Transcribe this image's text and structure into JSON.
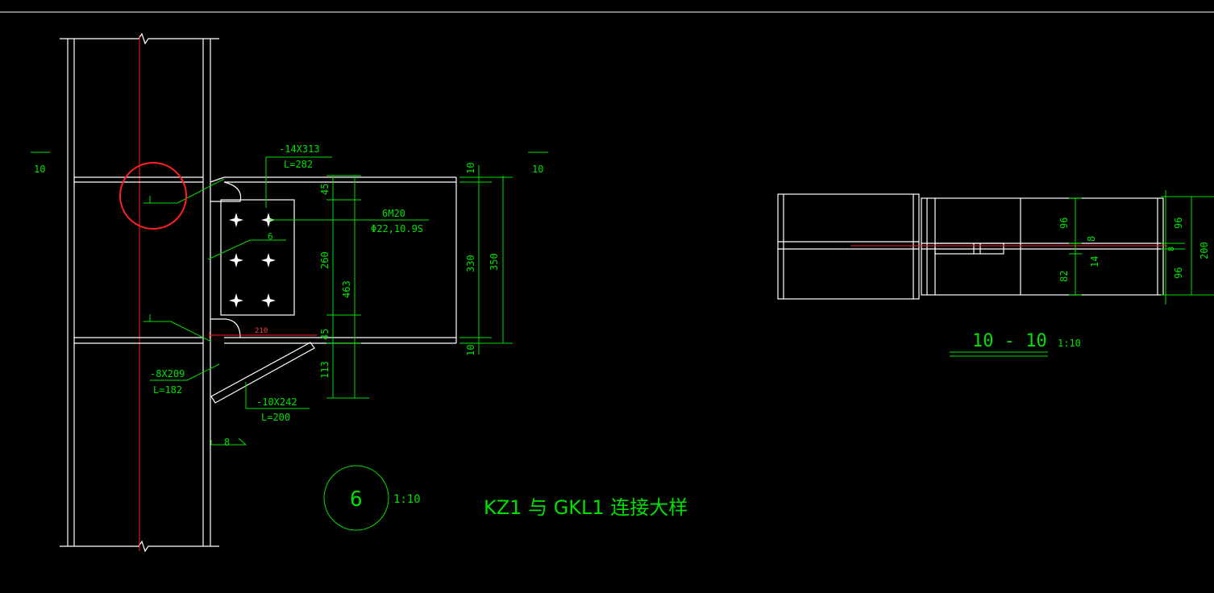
{
  "drawing": {
    "title": "KZ1  与 GKL1   连接大样",
    "detail_number": "6",
    "detail_scale": "1:10",
    "section_mark_left": "10",
    "section_mark_right": "10",
    "top_plate": {
      "size": "-14X313",
      "length": "L=282"
    },
    "bolts": {
      "spec": "6M20",
      "hole": "Φ22,10.9S"
    },
    "weld_size_shear_plate": "6",
    "weld_size_column": "8",
    "lower_plate": {
      "size": "-8X209",
      "length": "L=182"
    },
    "stiffener": {
      "size": "-10X242",
      "length": "L=200"
    },
    "dims_left": {
      "top_gap": "45",
      "bolt_spacing": "260",
      "bottom_gap": "45",
      "plate_length": "463",
      "stiffener_drop": "113",
      "horizontal": "210"
    },
    "dims_right": {
      "flange_top": "10",
      "web": "330",
      "depth": "350",
      "flange_bottom": "10"
    }
  },
  "section": {
    "title": "10 - 10",
    "scale": "1:10",
    "dims": {
      "upper": "96",
      "lower": "82",
      "web": "8",
      "plate": "14",
      "right_upper": "96",
      "right_lower": "96",
      "right_web": "8",
      "total": "200"
    }
  }
}
